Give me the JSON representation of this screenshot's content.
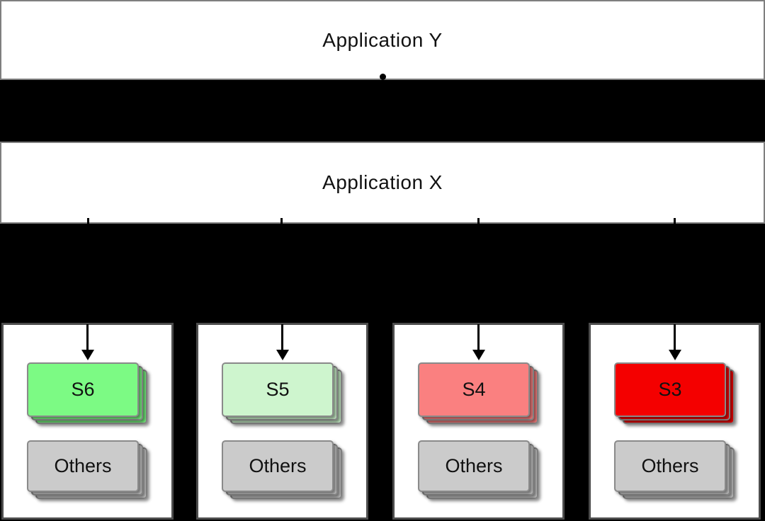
{
  "diagram": {
    "app_layers": [
      {
        "label": "Application Y"
      },
      {
        "label": "Application X"
      }
    ],
    "groups": [
      {
        "card": {
          "label": "S6",
          "fill": "#7CFA84"
        },
        "others": {
          "label": "Others",
          "fill": "#CBCBCB"
        }
      },
      {
        "card": {
          "label": "S5",
          "fill": "#CEF5CE"
        },
        "others": {
          "label": "Others",
          "fill": "#CBCBCB"
        }
      },
      {
        "card": {
          "label": "S4",
          "fill": "#FA8080"
        },
        "others": {
          "label": "Others",
          "fill": "#CBCBCB"
        }
      },
      {
        "card": {
          "label": "S3",
          "fill": "#F40000"
        },
        "others": {
          "label": "Others",
          "fill": "#CBCBCB"
        }
      }
    ],
    "colors": {
      "background": "#000000",
      "box_fill": "#FFFFFF",
      "app_box_border": "#7F7F7F",
      "group_box_border": "#4D4D4D",
      "card_border": "#8A8A8A",
      "connector": "#000000",
      "redaction_band": "#000000"
    }
  }
}
